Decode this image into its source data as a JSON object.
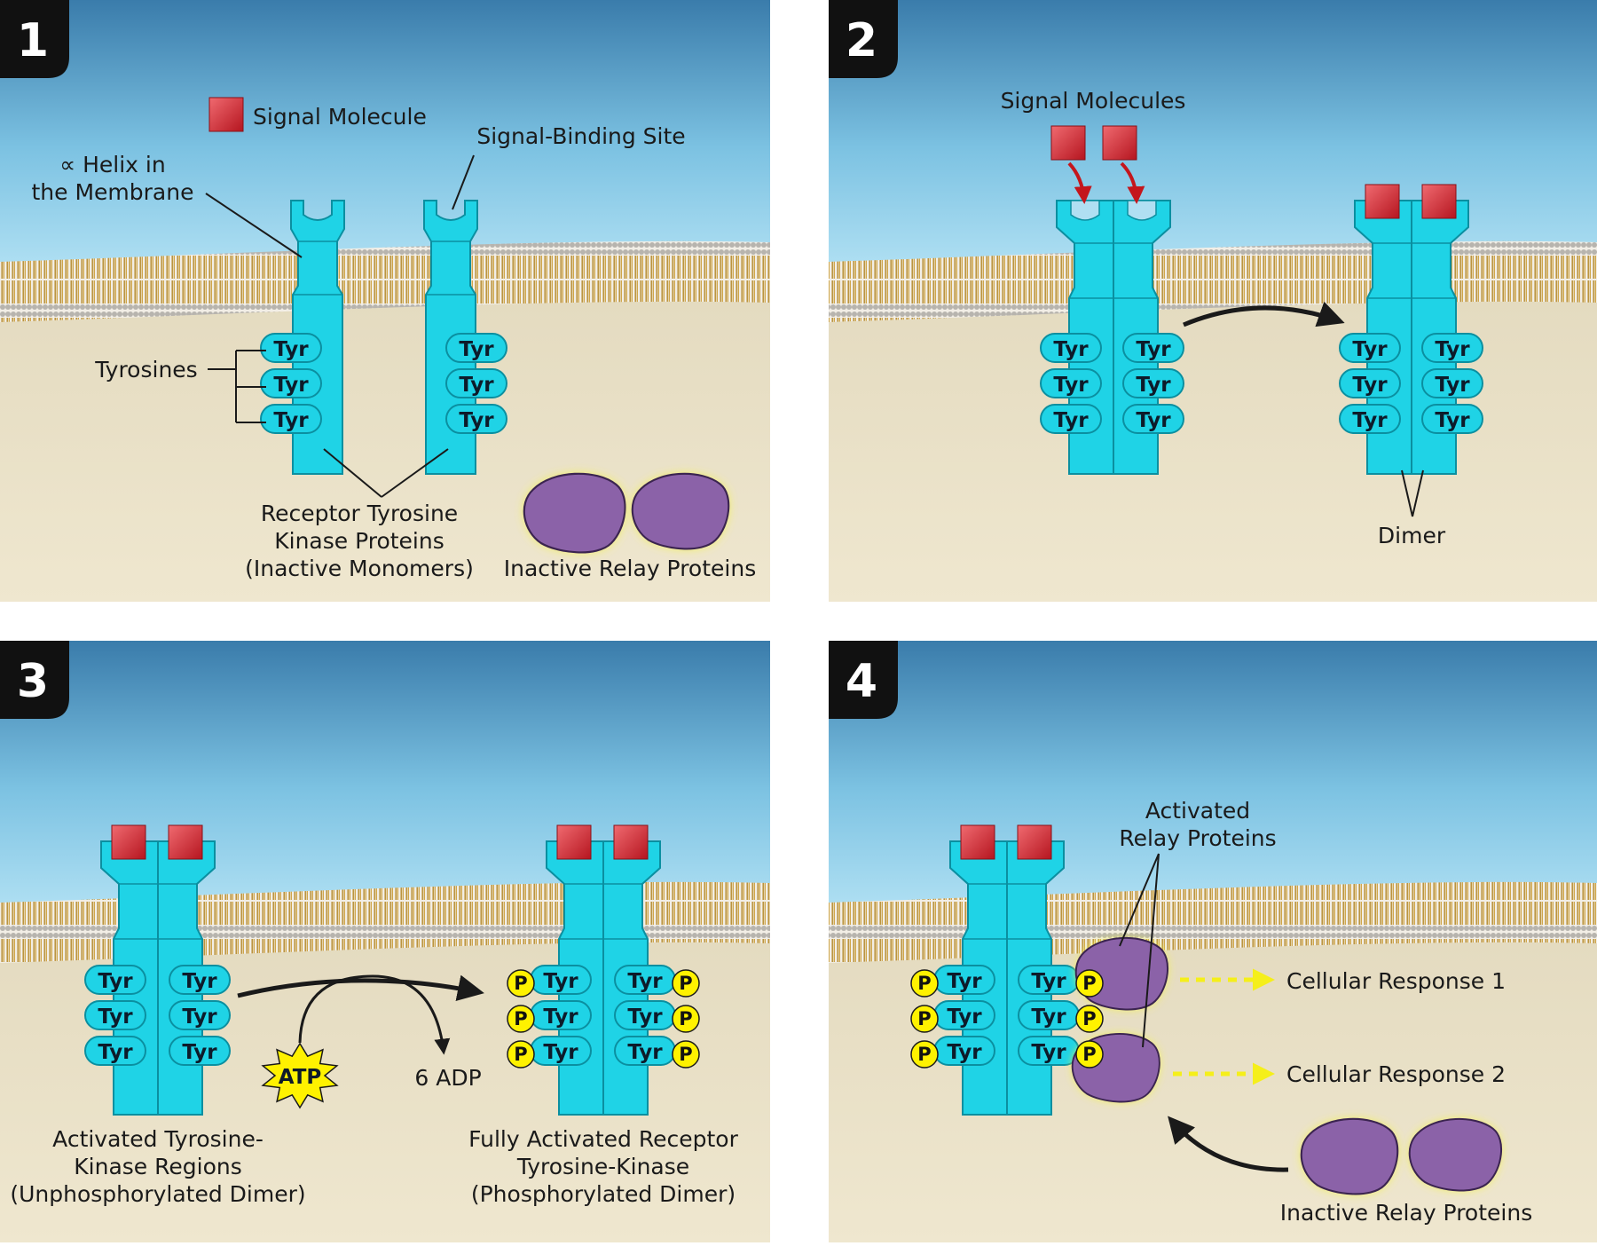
{
  "panels": [
    {
      "number": "1",
      "labels": {
        "signal_molecule": "Signal Molecule",
        "signal_binding_site": "Signal-Binding Site",
        "helix_line1": "∝ Helix in",
        "helix_line2": "the Membrane",
        "tyrosines": "Tyrosines",
        "receptor_line1": "Receptor Tyrosine",
        "receptor_line2": "Kinase Proteins",
        "receptor_line3": "(Inactive Monomers)",
        "relay": "Inactive Relay Proteins"
      }
    },
    {
      "number": "2",
      "labels": {
        "signal_molecules": "Signal Molecules",
        "dimer": "Dimer"
      }
    },
    {
      "number": "3",
      "labels": {
        "atp": "ATP",
        "adp": "6 ADP",
        "left_line1": "Activated Tyrosine-",
        "left_line2": "Kinase Regions",
        "left_line3": "(Unphosphorylated Dimer)",
        "right_line1": "Fully Activated Receptor",
        "right_line2": "Tyrosine-Kinase",
        "right_line3": "(Phosphorylated Dimer)"
      }
    },
    {
      "number": "4",
      "labels": {
        "activated_line1": "Activated",
        "activated_line2": "Relay Proteins",
        "response1": "Cellular Response 1",
        "response2": "Cellular Response 2",
        "relay": "Inactive Relay Proteins"
      }
    }
  ],
  "glyphs": {
    "tyrosine": "Tyr",
    "phosphate": "P"
  },
  "colors": {
    "receptor": "#1fd3e6",
    "receptor_stroke": "#0b8fa0",
    "signal": "#d9343c",
    "relay": "#8b62a8",
    "relay_glow": "#f5f542",
    "phosphate": "#fff200",
    "membrane": "#c69a3c",
    "sky_top": "#3b7fae",
    "sky_bottom": "#a9dcf1",
    "cytoplasm": "#e7dcc0"
  }
}
